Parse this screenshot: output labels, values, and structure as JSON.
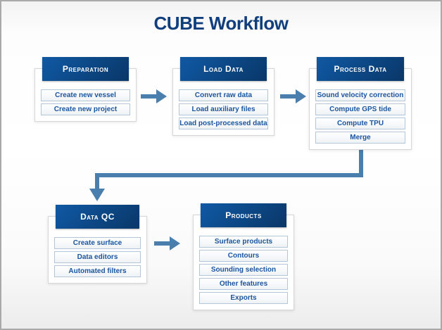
{
  "title": "CUBE Workflow",
  "colors": {
    "title_text": "#113e7c",
    "header_gradient_top": "#1059a4",
    "header_gradient_bottom": "#093768",
    "header_text": "#ffffff",
    "item_text": "#1a55a0",
    "item_border": "#b3c6d9",
    "arrow": "#4a7ead",
    "frame_border": "#a9a9a9",
    "card_border": "#d7d7d7"
  },
  "icons": {
    "arrow_right": "arrow-right-icon",
    "elbow_connector": "elbow-down-arrow-icon"
  },
  "boxes": [
    {
      "id": "preparation",
      "header": "Preparation",
      "items": [
        "Create new vessel",
        "Create new project"
      ]
    },
    {
      "id": "load-data",
      "header": "Load Data",
      "items": [
        "Convert raw data",
        "Load auxiliary files",
        "Load post-processed data"
      ]
    },
    {
      "id": "process-data",
      "header": "Process Data",
      "items": [
        "Sound velocity correction",
        "Compute GPS tide",
        "Compute TPU",
        "Merge"
      ]
    },
    {
      "id": "data-qc",
      "header": "Data QC",
      "items": [
        "Create surface",
        "Data editors",
        "Automated filters"
      ]
    },
    {
      "id": "products",
      "header": "Products",
      "items": [
        "Surface products",
        "Contours",
        "Sounding selection",
        "Other features",
        "Exports"
      ]
    }
  ]
}
